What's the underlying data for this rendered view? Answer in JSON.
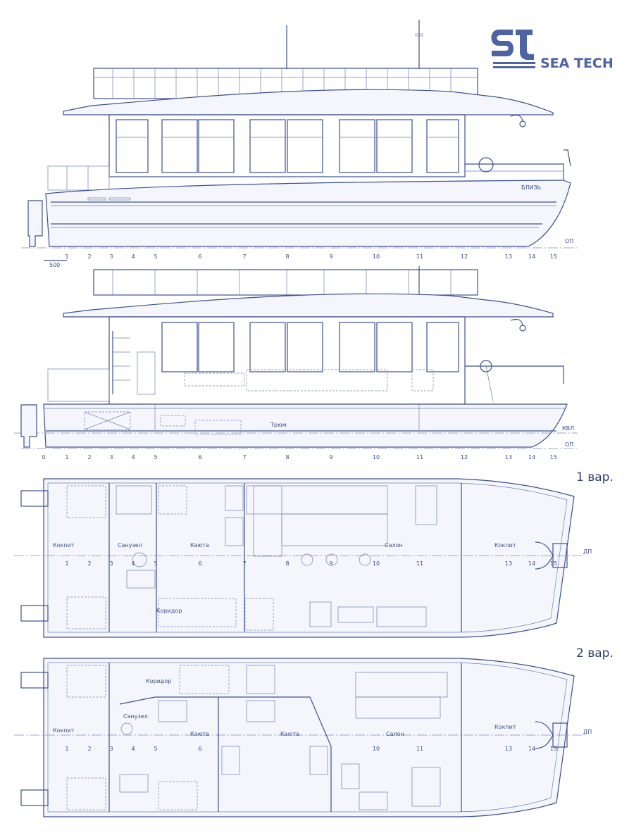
{
  "brand": {
    "name": "SEA TECH",
    "colour": "#4d63a4"
  },
  "profile_top": {
    "hull_name": "БЛИЗЬ",
    "frames": [
      "1",
      "2",
      "3",
      "4",
      "5",
      "6",
      "7",
      "8",
      "9",
      "10",
      "11",
      "12",
      "13",
      "14",
      "15"
    ],
    "baseline_label": "ОП",
    "scale_label": "500"
  },
  "profile_section": {
    "hold_label": "Трюм",
    "waterline_label": "КВЛ",
    "baseline_label": "ОП",
    "frames": [
      "0",
      "1",
      "2",
      "3",
      "4",
      "5",
      "6",
      "7",
      "8",
      "9",
      "10",
      "11",
      "12",
      "13",
      "14",
      "15"
    ]
  },
  "plan_1": {
    "title": "1 вар.",
    "rooms": {
      "cockpit_aft": "Кокпит",
      "wc": "Санузел",
      "cabin": "Каюта",
      "corridor": "Коридор",
      "salon": "Салон",
      "cockpit_fwd": "Кокпит"
    },
    "centerline_label": "ДП",
    "frames": [
      "1",
      "2",
      "3",
      "4",
      "5",
      "6",
      "7",
      "8",
      "9",
      "10",
      "11",
      "13",
      "14",
      "15"
    ]
  },
  "plan_2": {
    "title": "2 вар.",
    "rooms": {
      "cockpit_aft": "Кокпит",
      "wc": "Санузел",
      "cabin_a": "Каюта",
      "cabin_b": "Каюта",
      "corridor": "Коридор",
      "salon": "Салон",
      "cockpit_fwd": "Кокпит"
    },
    "centerline_label": "ДП",
    "frames": [
      "1",
      "2",
      "3",
      "4",
      "5",
      "6",
      "10",
      "11",
      "13",
      "14",
      "15"
    ]
  }
}
